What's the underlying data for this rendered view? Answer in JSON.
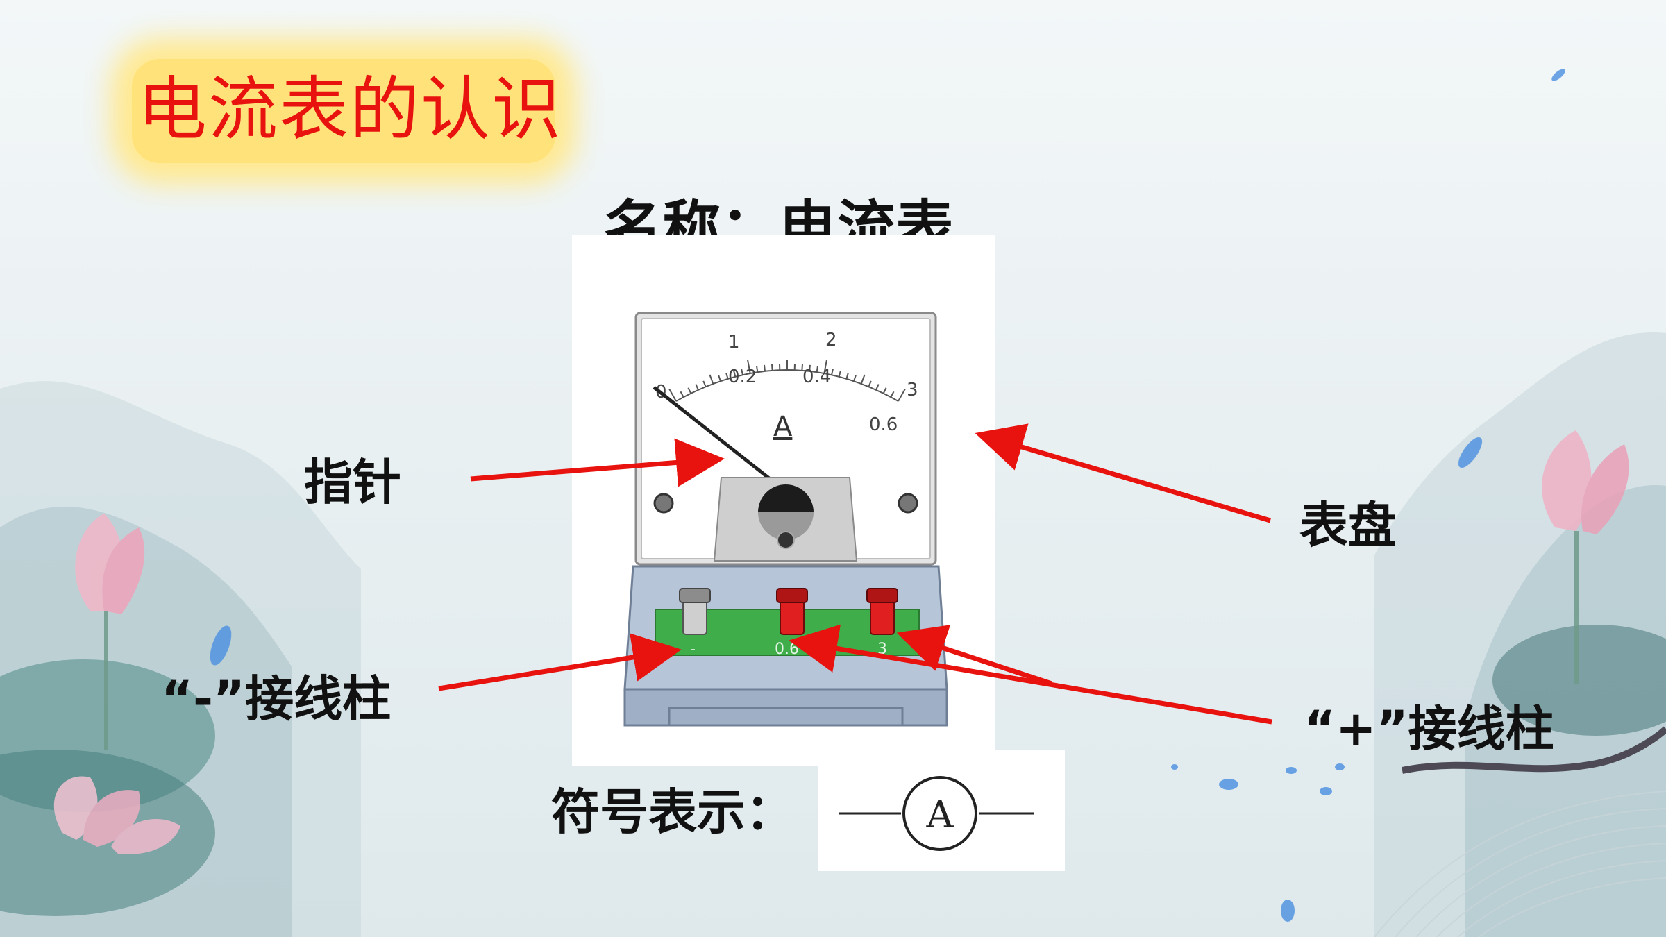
{
  "slide": {
    "title": "电流表的认识",
    "name_label": "名称：电流表",
    "pointer_label": "指针",
    "dial_label": "表盘",
    "neg_terminal_label": "“-”接线柱",
    "pos_terminal_label": "“+”接线柱",
    "symbol_label": "符号表示："
  },
  "meter": {
    "unit": "A",
    "upper_scale": [
      "0",
      "1",
      "2",
      "3"
    ],
    "lower_scale": [
      "0.2",
      "0.4",
      "0.6"
    ],
    "terminals": [
      "-",
      "0.6",
      "3"
    ]
  },
  "symbol": {
    "letter": "A"
  },
  "colors": {
    "title_text": "#e8130f",
    "title_glow": "#ffe27a",
    "arrow": "#e8130f",
    "terminal_red": "#e02020",
    "terminal_board": "#3fae4a"
  }
}
